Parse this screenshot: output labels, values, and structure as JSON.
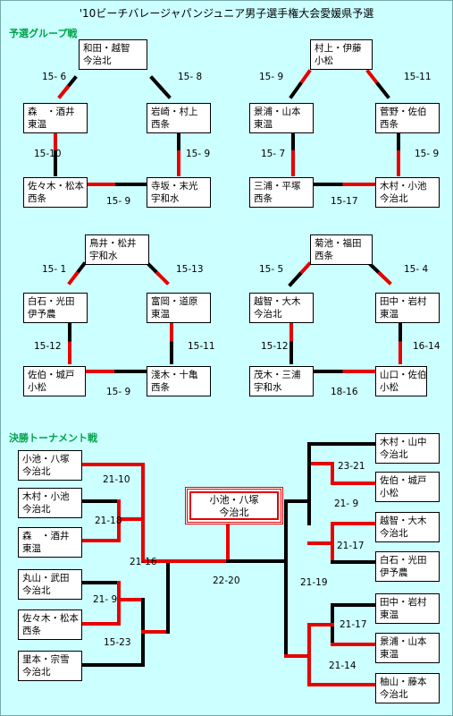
{
  "title": "'10ビーチバレージャパンジュニア男子選手権大会愛媛県予選",
  "sections": {
    "group": "予選グループ戦",
    "tournament": "決勝トーナメント戦"
  },
  "groups": [
    {
      "top": [
        "和田・越智",
        "今治北"
      ],
      "left": [
        "森　・酒井",
        "東温"
      ],
      "right": [
        "岩崎・村上",
        "西条"
      ],
      "bl": [
        "佐々木・松本",
        "西条"
      ],
      "br": [
        "寺坂・末光",
        "宇和水"
      ],
      "scores": {
        "top_left": "15- 6",
        "top_right": "15- 8",
        "left_down": "15-10",
        "right_down": "15- 9",
        "bottom": "15- 9"
      }
    },
    {
      "top": [
        "村上・伊藤",
        "小松"
      ],
      "left": [
        "景浦・山本",
        "東温"
      ],
      "right": [
        "菅野・佐伯",
        "西条"
      ],
      "bl": [
        "三浦・平塚",
        "西条"
      ],
      "br": [
        "木村・小池",
        "今治北"
      ],
      "scores": {
        "top_left": "15- 9",
        "top_right": "15-11",
        "left_down": "15- 7",
        "right_down": "15- 9",
        "bottom": "15-17"
      }
    },
    {
      "top": [
        "鳥井・松井",
        "宇和水"
      ],
      "left": [
        "白石・光田",
        "伊予農"
      ],
      "right": [
        "富岡・道原",
        "東温"
      ],
      "bl": [
        "佐伯・城戸",
        "小松"
      ],
      "br": [
        "淺木・十亀",
        "西条"
      ],
      "scores": {
        "top_left": "15- 1",
        "top_right": "15-13",
        "left_down": "15-12",
        "right_down": "15-11",
        "bottom": "15- 9"
      }
    },
    {
      "top": [
        "菊池・福田",
        "西条"
      ],
      "left": [
        "越智・大木",
        "今治北"
      ],
      "right": [
        "田中・岩村",
        "東温"
      ],
      "bl": [
        "茂木・三浦",
        "宇和水"
      ],
      "br": [
        "山口・佐伯",
        "小松"
      ],
      "scores": {
        "top_left": "15- 5",
        "top_right": "15- 4",
        "left_down": "15-12",
        "right_down": "16-14",
        "bottom": "18-16"
      }
    }
  ],
  "tournament": {
    "left": [
      [
        "小池・八塚",
        "今治北"
      ],
      [
        "木村・小池",
        "今治北"
      ],
      [
        "森　・酒井",
        "東温"
      ],
      [
        "丸山・武田",
        "今治北"
      ],
      [
        "佐々木・松本",
        "西条"
      ],
      [
        "里本・宗雪",
        "今治北"
      ]
    ],
    "right": [
      [
        "木村・山中",
        "今治北"
      ],
      [
        "佐伯・城戸",
        "小松"
      ],
      [
        "越智・大木",
        "今治北"
      ],
      [
        "白石・光田",
        "伊予農"
      ],
      [
        "田中・岩村",
        "東温"
      ],
      [
        "景浦・山本",
        "東温"
      ],
      [
        "柚山・藤本",
        "今治北"
      ]
    ],
    "champion": [
      "小池・八塚",
      "今治北"
    ],
    "scores": {
      "l1": "21-10",
      "l2": "21-18",
      "l3": "21-16",
      "l4": "21- 9",
      "l5": "15-23",
      "final": "22-20",
      "r1": "23-21",
      "r2": "21- 9",
      "r3": "21-17",
      "r4": "21-19",
      "r5": "21-17",
      "r6": "21-14"
    }
  },
  "colors": {
    "win": "#e60000",
    "lose": "#000000",
    "background": "#ccffff",
    "section": "#00a34a"
  }
}
